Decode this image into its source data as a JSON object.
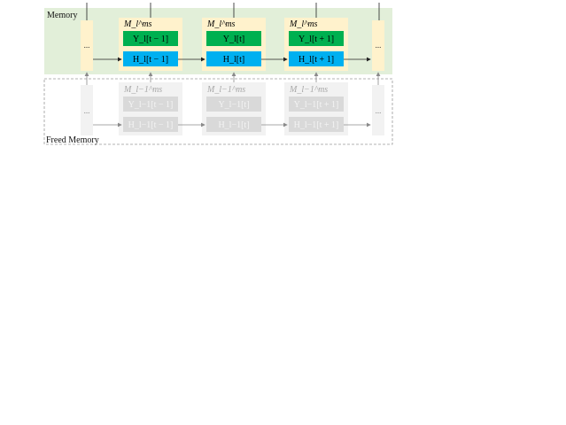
{
  "sections": {
    "memory_label": "Memory",
    "freed_label": "Freed Memory"
  },
  "memory_row": {
    "ellipsis_left": "...",
    "ellipsis_right": "...",
    "blocks": [
      {
        "header": "M_l^ms",
        "y_label": "Y_l[t − 1]",
        "h_label": "H_l[t − 1]"
      },
      {
        "header": "M_l^ms",
        "y_label": "Y_l[t]",
        "h_label": "H_l[t]"
      },
      {
        "header": "M_l^ms",
        "y_label": "Y_l[t + 1]",
        "h_label": "H_l[t + 1]"
      }
    ]
  },
  "freed_row": {
    "ellipsis_left": "...",
    "ellipsis_right": "...",
    "blocks": [
      {
        "header": "M_l−1^ms",
        "y_label": "Y_l−1[t − 1]",
        "h_label": "H_l−1[t − 1]"
      },
      {
        "header": "M_l−1^ms",
        "y_label": "Y_l−1[t]",
        "h_label": "H_l−1[t]"
      },
      {
        "header": "M_l−1^ms",
        "y_label": "Y_l−1[t + 1]",
        "h_label": "H_l−1[t + 1]"
      }
    ]
  },
  "colors": {
    "memory_bg": "#e2efd9",
    "block_bg": "#fff2cc",
    "y_cell": "#00b050",
    "h_cell": "#00b0f0",
    "freed_block": "#f2f2f2",
    "freed_cell": "#d9d9d9"
  }
}
